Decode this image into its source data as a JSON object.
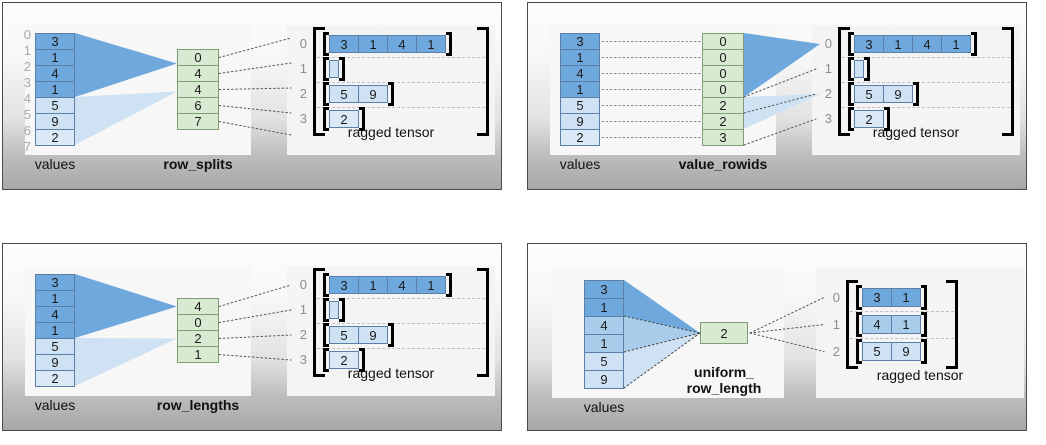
{
  "meta": {
    "title": "RaggedTensor encodings",
    "row_label": "ragged tensor",
    "values_label": "values"
  },
  "colors": {
    "blue_dark": "#6fa8dc",
    "blue_mid": "#a8cdea",
    "blue_light": "#cfe2f3",
    "blue_lightest": "#dbe9f7",
    "green": "#d9ead3",
    "green_border": "#7f9e73",
    "cell_border": "#5b7fa6",
    "index_gray": "#a9a9a9",
    "panel_border": "#4a4a4a"
  },
  "panels": [
    {
      "id": "row_splits",
      "encoding_label": "row_splits",
      "values_label": "values",
      "tensor_label": "ragged tensor",
      "values": [
        3,
        1,
        4,
        1,
        5,
        9,
        2
      ],
      "value_shades": [
        "blue_dark",
        "blue_dark",
        "blue_dark",
        "blue_dark",
        "blue_light",
        "blue_light",
        "blue_lightest"
      ],
      "value_indices": [
        0,
        1,
        2,
        3,
        4,
        5,
        6,
        7
      ],
      "show_value_indices": true,
      "encoding_values": [
        0,
        4,
        4,
        6,
        7
      ],
      "tensor_rows": [
        {
          "index": 0,
          "cells": [
            3,
            1,
            4,
            1
          ],
          "shade": "blue_dark"
        },
        {
          "index": 1,
          "cells": [],
          "shade": "blue_light",
          "empty": true
        },
        {
          "index": 2,
          "cells": [
            5,
            9
          ],
          "shade": "blue_light"
        },
        {
          "index": 3,
          "cells": [
            2
          ],
          "shade": "blue_lightest"
        }
      ]
    },
    {
      "id": "value_rowids",
      "encoding_label": "value_rowids",
      "values_label": "values",
      "tensor_label": "ragged tensor",
      "values": [
        3,
        1,
        4,
        1,
        5,
        9,
        2
      ],
      "value_shades": [
        "blue_dark",
        "blue_dark",
        "blue_dark",
        "blue_dark",
        "blue_light",
        "blue_light",
        "blue_lightest"
      ],
      "value_indices": [],
      "show_value_indices": false,
      "encoding_values": [
        0,
        0,
        0,
        0,
        2,
        2,
        3
      ],
      "tensor_rows": [
        {
          "index": 0,
          "cells": [
            3,
            1,
            4,
            1
          ],
          "shade": "blue_dark"
        },
        {
          "index": 1,
          "cells": [],
          "shade": "blue_light",
          "empty": true
        },
        {
          "index": 2,
          "cells": [
            5,
            9
          ],
          "shade": "blue_light"
        },
        {
          "index": 3,
          "cells": [
            2
          ],
          "shade": "blue_lightest"
        }
      ]
    },
    {
      "id": "row_lengths",
      "encoding_label": "row_lengths",
      "values_label": "values",
      "tensor_label": "ragged tensor",
      "values": [
        3,
        1,
        4,
        1,
        5,
        9,
        2
      ],
      "value_shades": [
        "blue_dark",
        "blue_dark",
        "blue_dark",
        "blue_dark",
        "blue_light",
        "blue_light",
        "blue_lightest"
      ],
      "value_indices": [],
      "show_value_indices": false,
      "encoding_values": [
        4,
        0,
        2,
        1
      ],
      "tensor_rows": [
        {
          "index": 0,
          "cells": [
            3,
            1,
            4,
            1
          ],
          "shade": "blue_dark"
        },
        {
          "index": 1,
          "cells": [],
          "shade": "blue_light",
          "empty": true
        },
        {
          "index": 2,
          "cells": [
            5,
            9
          ],
          "shade": "blue_light"
        },
        {
          "index": 3,
          "cells": [
            2
          ],
          "shade": "blue_lightest"
        }
      ]
    },
    {
      "id": "uniform_row_length",
      "encoding_label": "uniform_\nrow_length",
      "values_label": "values",
      "tensor_label": "ragged tensor",
      "values": [
        3,
        1,
        4,
        1,
        5,
        9
      ],
      "value_shades": [
        "blue_dark",
        "blue_dark",
        "blue_mid",
        "blue_mid",
        "blue_light",
        "blue_light"
      ],
      "value_indices": [],
      "show_value_indices": false,
      "encoding_values": [
        2
      ],
      "tensor_rows": [
        {
          "index": 0,
          "cells": [
            3,
            1
          ],
          "shade": "blue_dark"
        },
        {
          "index": 1,
          "cells": [
            4,
            1
          ],
          "shade": "blue_mid"
        },
        {
          "index": 2,
          "cells": [
            5,
            9
          ],
          "shade": "blue_light"
        }
      ]
    }
  ]
}
